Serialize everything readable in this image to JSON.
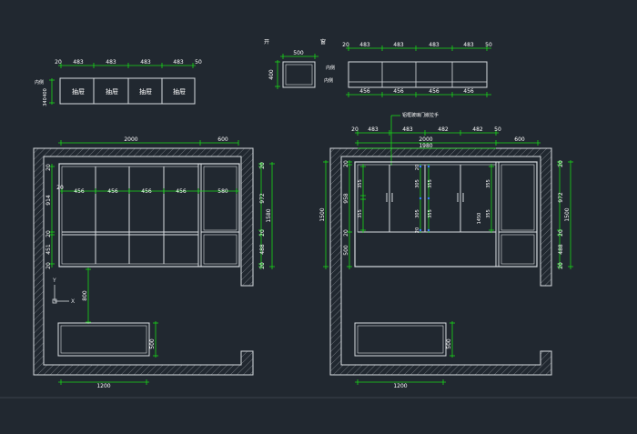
{
  "colors": {
    "background": "#212830",
    "line": "#d8dce0",
    "dimension": "#19d919",
    "text": "#ffffff",
    "hatch": "#b8bcc0",
    "accent": "#3a7bff"
  },
  "top_left": {
    "dims": [
      "20",
      "483",
      "483",
      "483",
      "483",
      "50"
    ],
    "side_dims": [
      "400",
      "340"
    ],
    "side_label": "内侧",
    "drawers": [
      "抽屉",
      "抽屉",
      "抽屉",
      "抽屉"
    ]
  },
  "top_mid": {
    "label_left": "开",
    "label_right": "窗",
    "dim_top": "500",
    "dim_side": "400",
    "side_label": "内侧"
  },
  "top_right": {
    "dims_top": [
      "20",
      "483",
      "483",
      "483",
      "483",
      "50"
    ],
    "dims_bottom": [
      "456",
      "456",
      "456",
      "456"
    ],
    "side_label": "内侧"
  },
  "left_plan": {
    "top_dims": [
      "2000",
      "600"
    ],
    "col_dims": [
      "20",
      "456",
      "456",
      "456",
      "456",
      "580"
    ],
    "left_dims": [
      "20",
      "914",
      "20",
      "451",
      "20"
    ],
    "right_dims": [
      "20",
      "972",
      "20",
      "488",
      "20"
    ],
    "total_dim": "1580",
    "gap_dim": "800",
    "bottom_dim": "1200",
    "table_dim": "500",
    "axis_y": "Y",
    "axis_x": "X"
  },
  "right_plan": {
    "note": "铝框玻璃门嵌拉手",
    "top_dims": [
      "20",
      "483",
      "483",
      "482",
      "482",
      "50"
    ],
    "dim_2000": "2000",
    "dim_1980": "1980",
    "dim_600": "600",
    "left_dims": [
      "20",
      "958",
      "20",
      "500"
    ],
    "inner_dims": [
      "355",
      "355",
      "20",
      "1450"
    ],
    "inner_small": [
      "20",
      "305",
      "305",
      "20"
    ],
    "left_total": "1500",
    "right_dims": [
      "20",
      "972",
      "20",
      "488",
      "20"
    ],
    "right_total": "1500",
    "table_dim": "500",
    "bottom_dim": "1200"
  }
}
